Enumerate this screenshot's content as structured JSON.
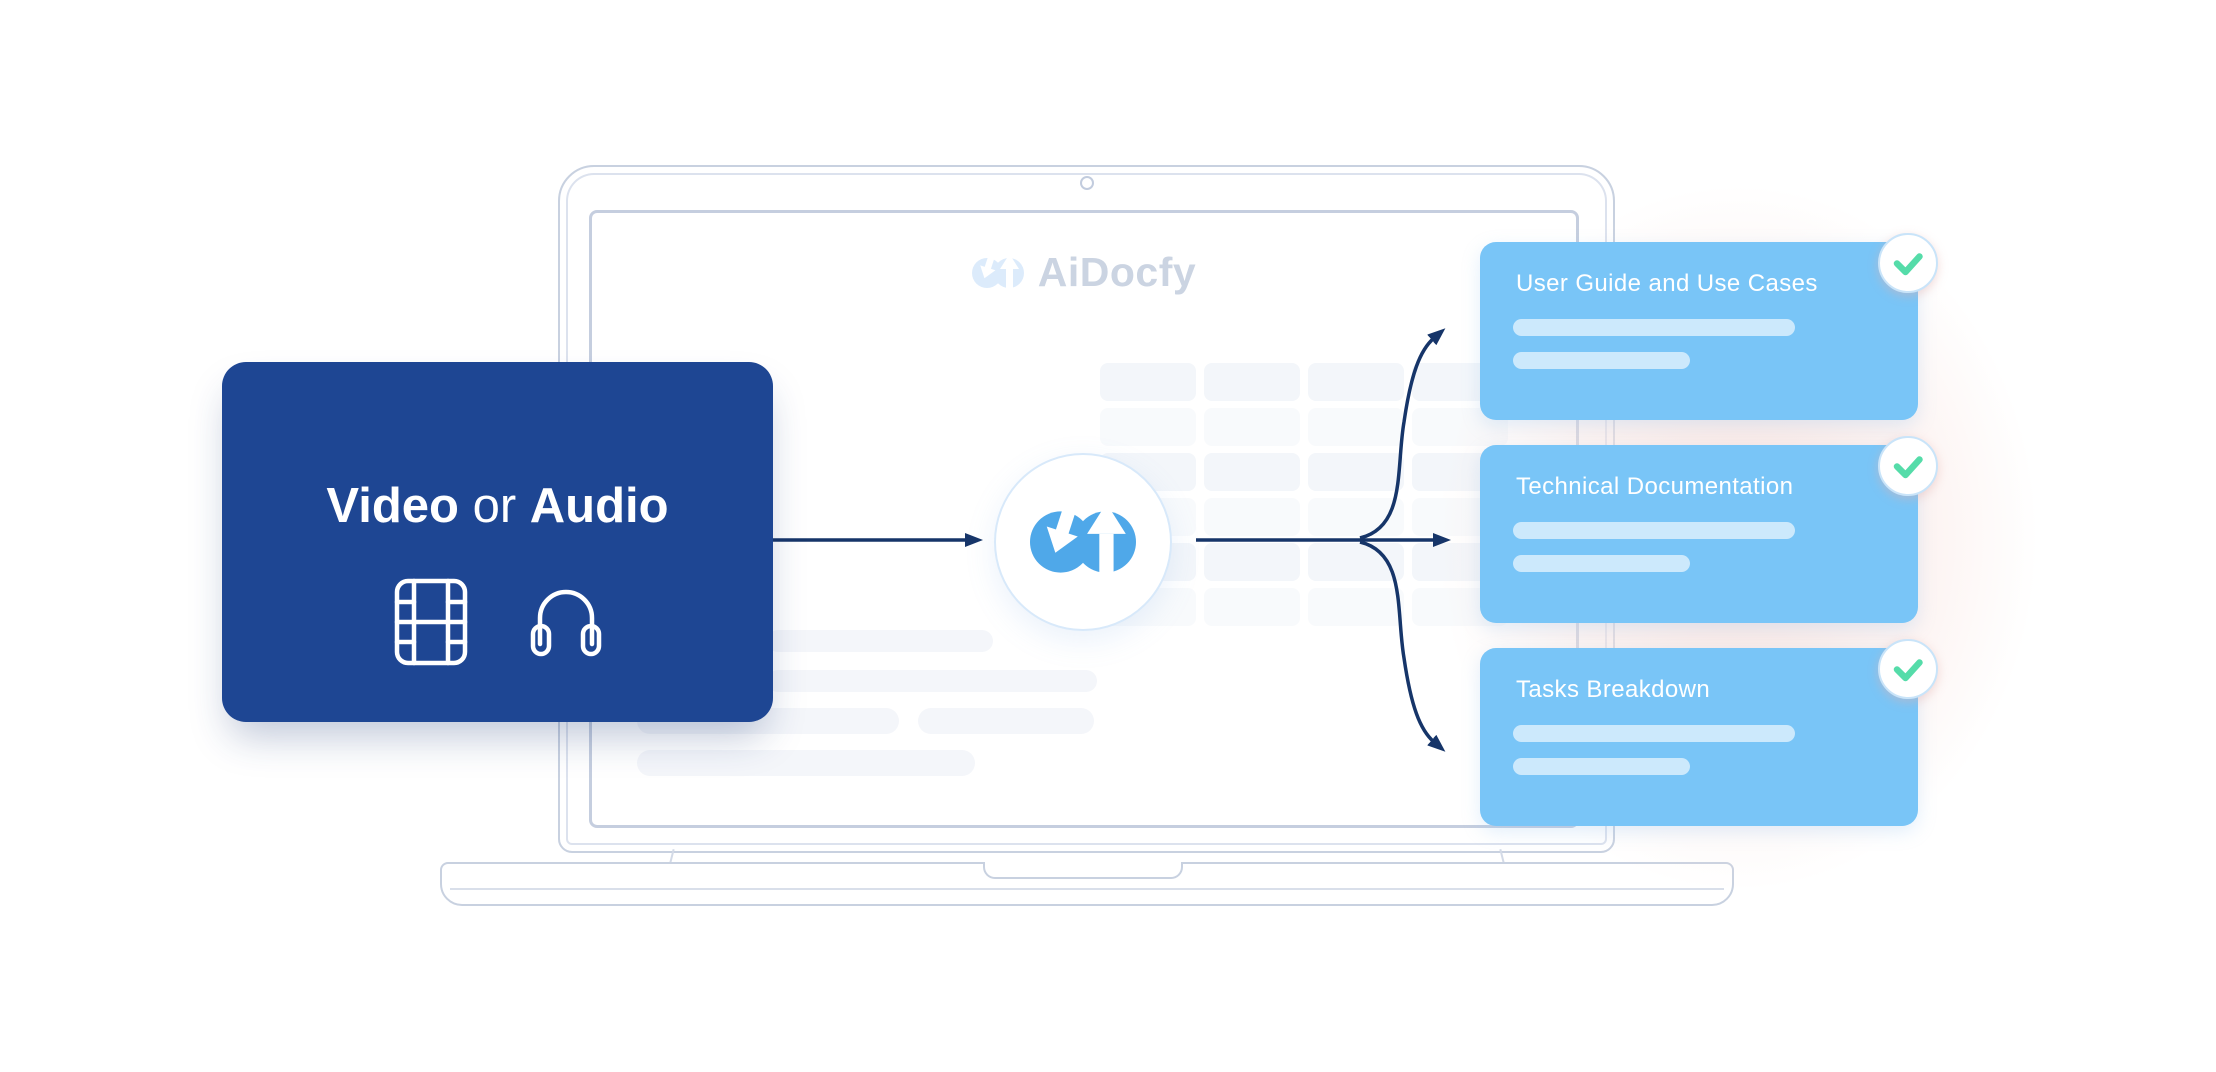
{
  "brand": {
    "name": "AiDocfy"
  },
  "input_card": {
    "word_1": "Video",
    "connector": "or",
    "word_2": "Audio",
    "media_icons": [
      "film-icon",
      "headphones-icon"
    ]
  },
  "hub": {
    "logo": "aidocfy-sync-logo"
  },
  "output_cards": [
    {
      "title": "User Guide and Use Cases",
      "checked": true
    },
    {
      "title": "Technical Documentation",
      "checked": true
    },
    {
      "title": "Tasks Breakdown",
      "checked": true
    }
  ],
  "colors": {
    "input_card_navy": "#1E4693",
    "output_card_blue": "#79C5F7",
    "logo_blue": "#4FA8E9",
    "arrow_navy": "#163569",
    "check_teal": "#55DCA9",
    "laptop_line": "#C8D1E0"
  }
}
